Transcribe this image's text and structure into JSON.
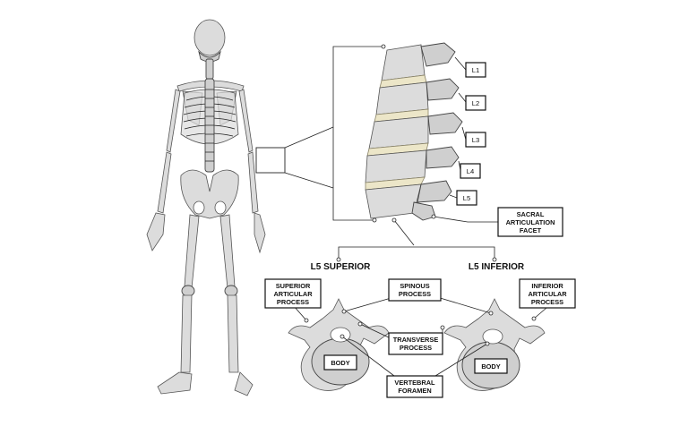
{
  "levels": [
    "L1",
    "L2",
    "L3",
    "L4",
    "L5"
  ],
  "sacral_label": [
    "SACRAL",
    "ARTICULATION",
    "FACET"
  ],
  "headings": {
    "superior": "L5 SUPERIOR",
    "inferior": "L5 INFERIOR"
  },
  "labels": {
    "superior_articular": [
      "SUPERIOR",
      "ARTICULAR",
      "PROCESS"
    ],
    "spinous": [
      "SPINOUS",
      "PROCESS"
    ],
    "inferior_articular": [
      "INFERIOR",
      "ARTICULAR",
      "PROCESS"
    ],
    "transverse": [
      "TRANSVERSE",
      "PROCESS"
    ],
    "body_left": "BODY",
    "body_right": "BODY",
    "foramen": [
      "VERTEBRAL",
      "FORAMEN"
    ]
  }
}
